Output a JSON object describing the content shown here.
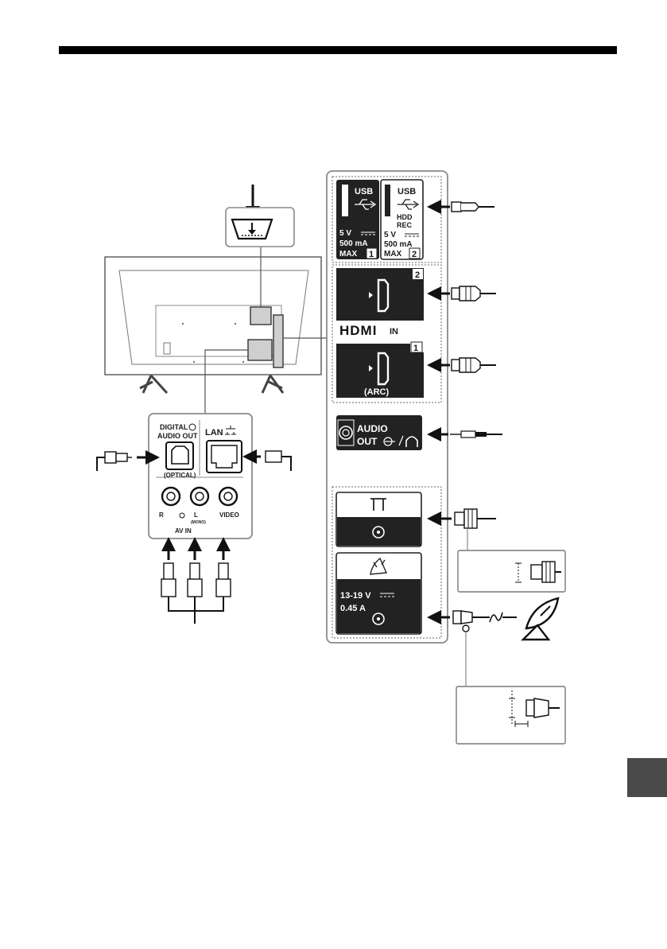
{
  "colors": {
    "panel_dark": "#222222",
    "outline": "#8a8a8a",
    "grey_box": "#cfcfcf",
    "tab": "#4a4a4a"
  },
  "usb1": {
    "title": "USB",
    "voltage": "5 V",
    "current": "500 mA",
    "max": "MAX",
    "number": "1"
  },
  "usb2": {
    "title": "USB",
    "sub1": "HDD",
    "sub2": "REC",
    "voltage": "5 V",
    "current": "500 mA",
    "max": "MAX",
    "number": "2"
  },
  "hdmi": {
    "logo": "HDMI",
    "in": "IN",
    "port2_number": "2",
    "port1_number": "1",
    "arc": "(ARC)"
  },
  "audio_out": {
    "line1": "AUDIO",
    "line2": "OUT"
  },
  "satellite": {
    "voltage": "13-19 V",
    "current": "0.45 A"
  },
  "lower_panel": {
    "digital": "DIGITAL",
    "audio_out": "AUDIO OUT",
    "optical": "(OPTICAL)",
    "lan": "LAN",
    "r": "R",
    "l": "L",
    "mono": "(MONO)",
    "video": "VIDEO",
    "av_in": "AV IN"
  }
}
